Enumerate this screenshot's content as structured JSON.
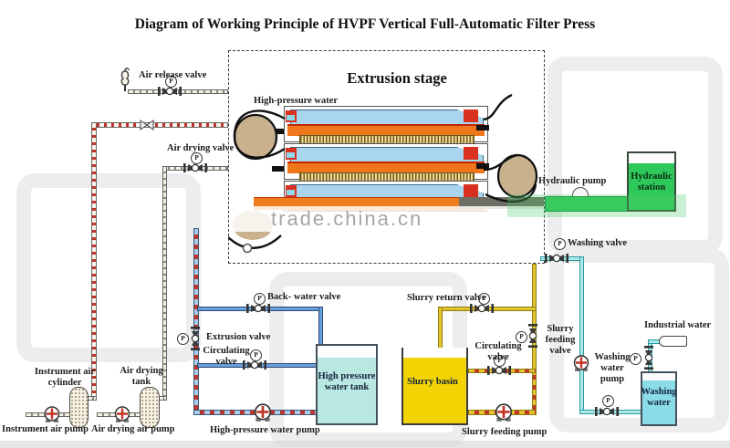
{
  "title": "Diagram of Working Principle of HVPF Vertical Full-Automatic Filter Press",
  "watermark": {
    "trade_text": "trade.china.cn"
  },
  "symbols": {
    "pressure_gauge": "P"
  },
  "press": {
    "stage_label": "Extrusion stage",
    "inlet_label": "High-pressure water",
    "plate_count": 3
  },
  "air_system": {
    "release_valve": "Air release valve",
    "drying_valve": "Air drying valve",
    "instrument_cylinder": "Instrument air cylinder",
    "drying_tank": "Air drying tank",
    "instrument_pump": "Instrument air pump",
    "drying_air_pump": "Air drying air pump"
  },
  "hp_water_system": {
    "back_water_valve": "Back- water valve",
    "extrusion_valve": "Extrusion valve",
    "circulating_valve": "Circulating valve",
    "tank": "High pressure water tank",
    "pump": "High-pressure water pump"
  },
  "slurry_system": {
    "return_valve": "Slurry return valve",
    "basin": "Slurry basin",
    "circulating_valve": "Circulating valve",
    "feeding_valve": "Slurry feeding valve",
    "feeding_pump": "Slurry feeding pump"
  },
  "washing_system": {
    "washing_valve": "Washing valve",
    "pump": "Washing water pump",
    "tank": "Washing water",
    "industrial_water": "Industrial water"
  },
  "hydraulic_system": {
    "pump": "Hydraulic pump",
    "station": "Hydraulic station"
  },
  "colors": {
    "pipe_red": "#c23327",
    "pipe_blue": "#6a9fd8",
    "pipe_yellow": "#e2c42e",
    "pipe_cyan": "#53c8cc",
    "hydraulic_green": "#2ec95a",
    "slurry_fill": "#f2d303",
    "hp_water_fill": "#b9e7e2",
    "washing_fill": "#8adce8",
    "plate_orange": "#f0761c",
    "plate_blue": "#a9d6ee",
    "plate_red": "#d93020",
    "roller_tan": "#c9b18e"
  }
}
